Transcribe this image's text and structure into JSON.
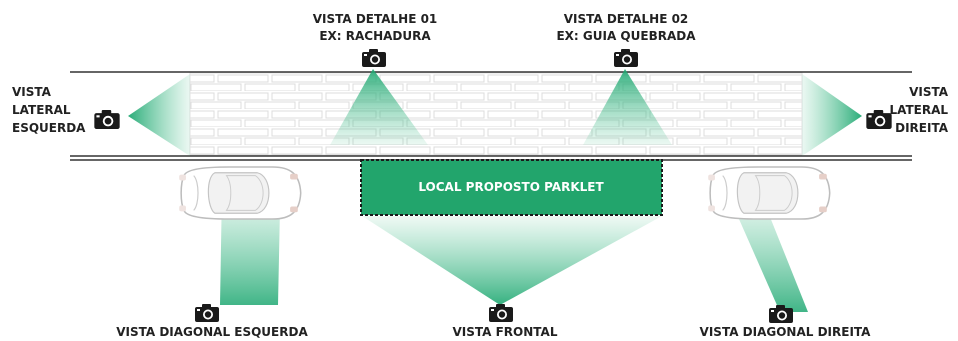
{
  "labels": {
    "detail_1_line1": "VISTA DETALHE 01",
    "detail_1_line2": "EX: RACHADURA",
    "detail_2_line1": "VISTA DETALHE 02",
    "detail_2_line2": "EX: GUIA QUEBRADA",
    "lateral_left_line1": "VISTA",
    "lateral_left_line2": "LATERAL",
    "lateral_left_line3": "ESQUERDA",
    "lateral_right_line1": "VISTA",
    "lateral_right_line2": "LATERAL",
    "lateral_right_line3": "DIREITA",
    "parklet": "LOCAL PROPOSTO PARKLET",
    "diagonal_left": "VISTA DIAGONAL ESQUERDA",
    "frontal": "VISTA FRONTAL",
    "diagonal_right": "VISTA DIAGONAL DIREITA"
  },
  "icons": {
    "camera": "camera-icon",
    "car": "car-icon"
  },
  "colors": {
    "accent_green": "#1fa872",
    "parklet_fill": "#22a56c",
    "view_cone": "#5ec79a",
    "brick_line": "#dcdcdc",
    "text": "#222222"
  }
}
